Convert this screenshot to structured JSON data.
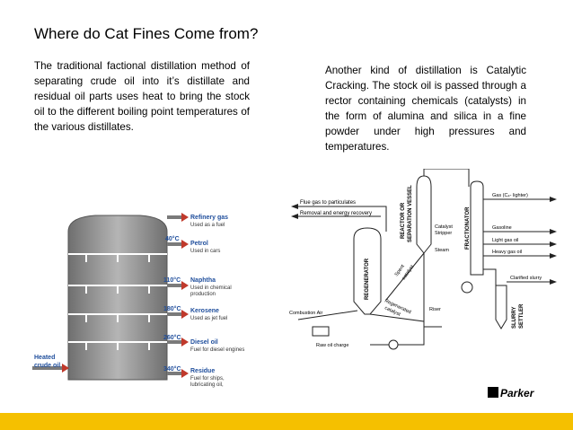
{
  "title": "Where do Cat Fines Come from?",
  "left_text": "The traditional factional distillation method of separating crude oil into it’s distillate and residual oil parts uses heat to bring the stock oil to the different boiling point temperatures of the various distillates.",
  "right_text": "Another kind of distillation is Catalytic Cracking. The stock oil is passed through a rector containing chemicals (catalysts) in the form of alumina and silica in a fine powder under high pressures and temperatures.",
  "column_diagram": {
    "input_label_1": "Heated",
    "input_label_2": "crude oil",
    "fractions": [
      {
        "temp": "",
        "name": "Refinery gas",
        "use_1": "Used as a fuel",
        "use_2": ""
      },
      {
        "temp": "40°C",
        "name": "Petrol",
        "use_1": "Used in cars",
        "use_2": ""
      },
      {
        "temp": "110°C",
        "name": "Naphtha",
        "use_1": "Used in chemical",
        "use_2": "production"
      },
      {
        "temp": "180°C",
        "name": "Kerosene",
        "use_1": "Used as jet fuel",
        "use_2": ""
      },
      {
        "temp": "260°C",
        "name": "Diesel oil",
        "use_1": "Fuel for diesel engines",
        "use_2": ""
      },
      {
        "temp": "340°C",
        "name": "Residue",
        "use_1": "Fuel for ships,",
        "use_2": "lubricating oil,"
      }
    ]
  },
  "fcc_diagram": {
    "flue_gas": "Flue gas to particulates",
    "removal": "Removal and energy recovery",
    "reactor_1": "REACTOR OR",
    "reactor_2": "SEPARATION VESSEL",
    "fractionator": "FRACTIONATOR",
    "regenerator": "REGENERATOR",
    "catalyst_stripper_1": "Catalyst",
    "catalyst_stripper_2": "Stripper",
    "steam": "Steam",
    "spent_1": "Spent",
    "spent_2": "catalyst",
    "gas": "Gas (C₄- lighter)",
    "gasoline": "Gasoline",
    "light_gas_oil": "Light gas oil",
    "heavy_gas_oil": "Heavy gas oil",
    "clarified_slurry": "Clarified slurry",
    "slurry_settler_1": "SLURRY",
    "slurry_settler_2": "SETTLER",
    "combustion_air": "Combustion Air",
    "regenerated_1": "Regenerated",
    "regenerated_2": "catalyst",
    "riser": "Riser",
    "raw_oil": "Raw oil charge"
  },
  "logo_text": "Parker",
  "colors": {
    "accent_bar": "#f5c000",
    "column_fill": "#8c8c8c",
    "label_blue": "#1f4e9c"
  }
}
